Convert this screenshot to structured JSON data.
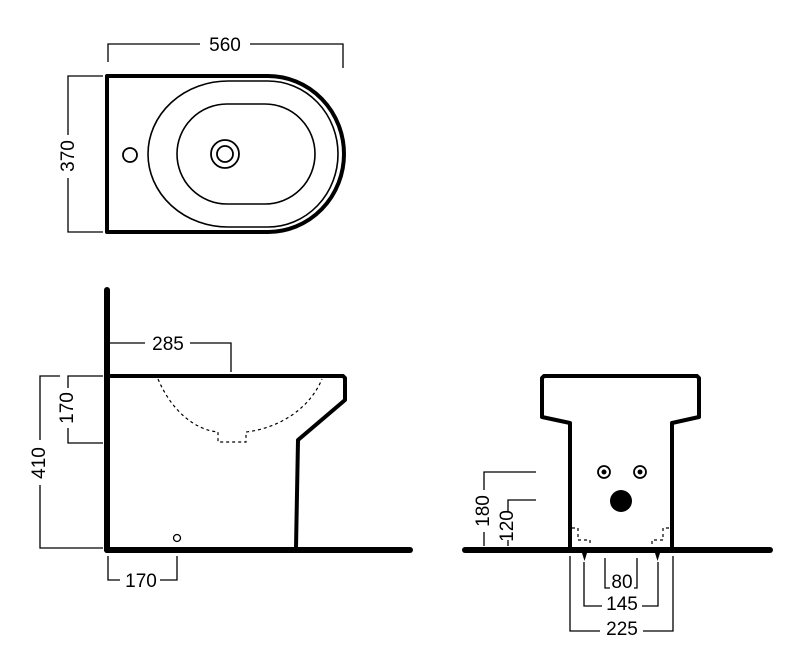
{
  "top_view": {
    "width_label": "560",
    "depth_label": "370"
  },
  "side_view": {
    "bowl_depth_label": "285",
    "bowl_height_label": "170",
    "total_height_label": "410",
    "floor_fixing_label": "170"
  },
  "front_view": {
    "supply_height_label": "180",
    "waste_height_label": "120",
    "fixing_80_label": "80",
    "fixing_145_label": "145",
    "base_width_label": "225"
  }
}
